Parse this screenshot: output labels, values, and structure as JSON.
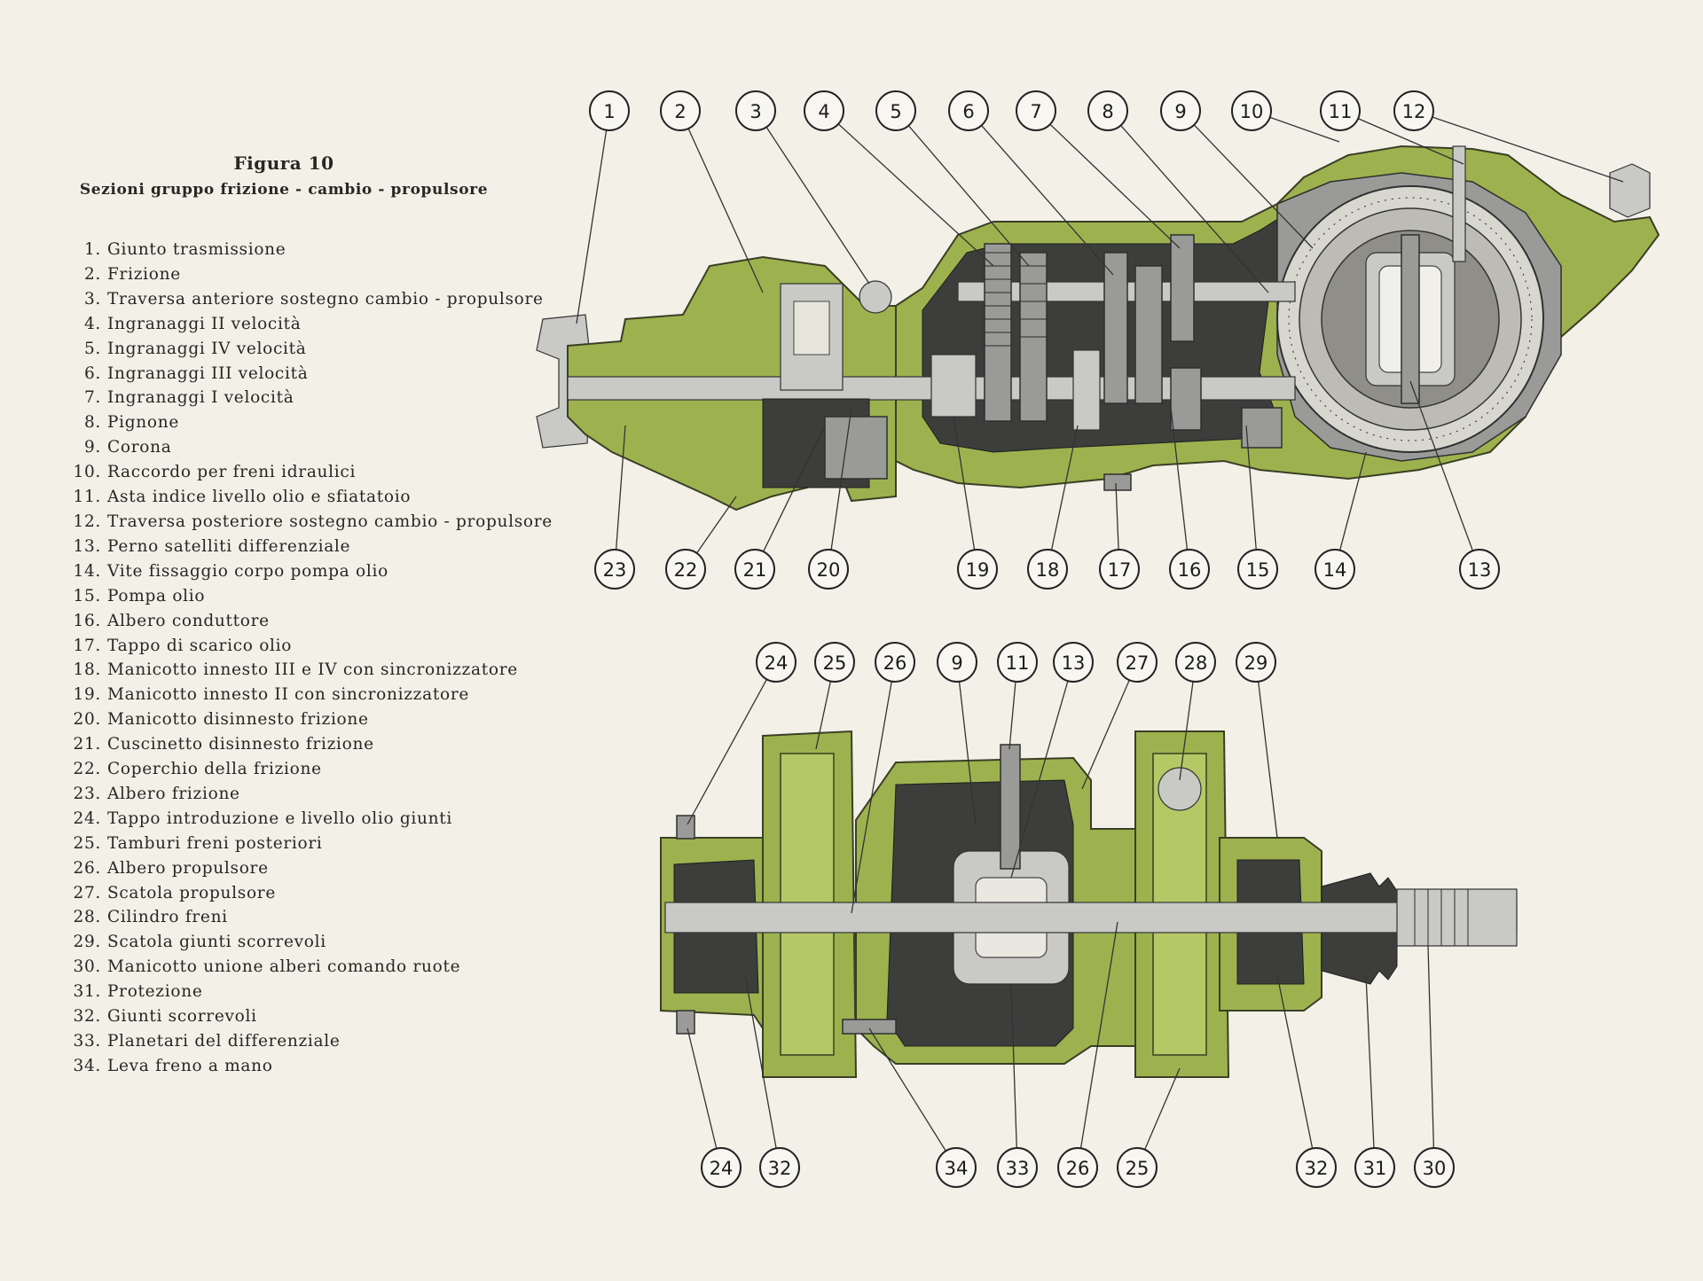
{
  "figure": {
    "title": "Figura 10",
    "subtitle": "Sezioni gruppo frizione - cambio - propulsore"
  },
  "legend": [
    {
      "num": "1.",
      "label": "Giunto trasmissione"
    },
    {
      "num": "2.",
      "label": "Frizione"
    },
    {
      "num": "3.",
      "label": "Traversa anteriore sostegno cambio - propulsore"
    },
    {
      "num": "4.",
      "label": "Ingranaggi II velocità"
    },
    {
      "num": "5.",
      "label": "Ingranaggi IV velocità"
    },
    {
      "num": "6.",
      "label": "Ingranaggi III velocità"
    },
    {
      "num": "7.",
      "label": "Ingranaggi I velocità"
    },
    {
      "num": "8.",
      "label": "Pignone"
    },
    {
      "num": "9.",
      "label": "Corona"
    },
    {
      "num": "10.",
      "label": "Raccordo per freni idraulici"
    },
    {
      "num": "11.",
      "label": "Asta indice livello olio e sfiatatoio"
    },
    {
      "num": "12.",
      "label": "Traversa posteriore sostegno cambio - propulsore"
    },
    {
      "num": "13.",
      "label": "Perno satelliti differenziale"
    },
    {
      "num": "14.",
      "label": "Vite fissaggio corpo pompa olio"
    },
    {
      "num": "15.",
      "label": "Pompa olio"
    },
    {
      "num": "16.",
      "label": "Albero conduttore"
    },
    {
      "num": "17.",
      "label": "Tappo di scarico olio"
    },
    {
      "num": "18.",
      "label": "Manicotto innesto III e IV con sincronizzatore"
    },
    {
      "num": "19.",
      "label": "Manicotto innesto II con sincronizzatore"
    },
    {
      "num": "20.",
      "label": "Manicotto disinnesto frizione"
    },
    {
      "num": "21.",
      "label": "Cuscinetto disinnesto frizione"
    },
    {
      "num": "22.",
      "label": "Coperchio della frizione"
    },
    {
      "num": "23.",
      "label": "Albero frizione"
    },
    {
      "num": "24.",
      "label": "Tappo introduzione e livello olio giunti"
    },
    {
      "num": "25.",
      "label": "Tamburi freni posteriori"
    },
    {
      "num": "26.",
      "label": "Albero propulsore"
    },
    {
      "num": "27.",
      "label": "Scatola propulsore"
    },
    {
      "num": "28.",
      "label": "Cilindro freni"
    },
    {
      "num": "29.",
      "label": "Scatola giunti scorrevoli"
    },
    {
      "num": "30.",
      "label": "Manicotto unione alberi comando ruote"
    },
    {
      "num": "31.",
      "label": "Protezione"
    },
    {
      "num": "32.",
      "label": "Giunti scorrevoli"
    },
    {
      "num": "33.",
      "label": "Planetari del differenziale"
    },
    {
      "num": "34.",
      "label": "Leva freno a mano"
    }
  ],
  "top_callouts": [
    "1",
    "2",
    "3",
    "4",
    "5",
    "6",
    "7",
    "8",
    "9",
    "10",
    "11",
    "12",
    "23",
    "22",
    "21",
    "20",
    "19",
    "18",
    "17",
    "16",
    "15",
    "14",
    "13"
  ],
  "bottom_callouts": [
    "24",
    "25",
    "26",
    "9",
    "11",
    "13",
    "27",
    "28",
    "29",
    "24",
    "32",
    "34",
    "33",
    "26",
    "25",
    "32",
    "31",
    "30"
  ],
  "colors": {
    "paper": "#f3f0e8",
    "casing_green": "#9db24e",
    "steel": "#9a9a98",
    "ink": "#2a2622"
  }
}
